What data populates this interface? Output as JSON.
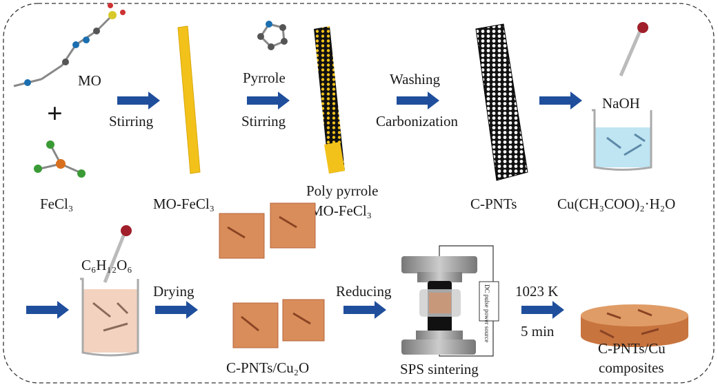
{
  "row1": {
    "mo": "MO",
    "fecl3": "FeCl₃",
    "step1": "Stirring",
    "mo_fecl3": "MO-FeCl₃",
    "step2_top": "Pyrrole",
    "step2_bottom": "Stirring",
    "polypyrrole_1": "Poly pyrrole",
    "polypyrrole_2": "MO-FeCl₃",
    "step3_top": "Washing",
    "step3_bottom": "Carbonization",
    "cpnts": "C-PNTs",
    "naoh": "NaOH",
    "copper_acetate": "Cu(CH₃COO)₂·H₂O"
  },
  "row2": {
    "glucose": "C₆H₁₂O₆",
    "step_drying": "Drying",
    "cpnts_cu2o": "C-PNTs/Cu₂O",
    "step_reducing": "Reducing",
    "power_source": "DC pulse power source",
    "sps": "SPS sintering",
    "temperature": "1023 K",
    "time": "5 min",
    "product_1": "C-PNTs/Cu",
    "product_2": "composites"
  },
  "colors": {
    "arrow": "#1f4e9c",
    "rod": "#f2c21b",
    "copper": "#d98d5a"
  }
}
